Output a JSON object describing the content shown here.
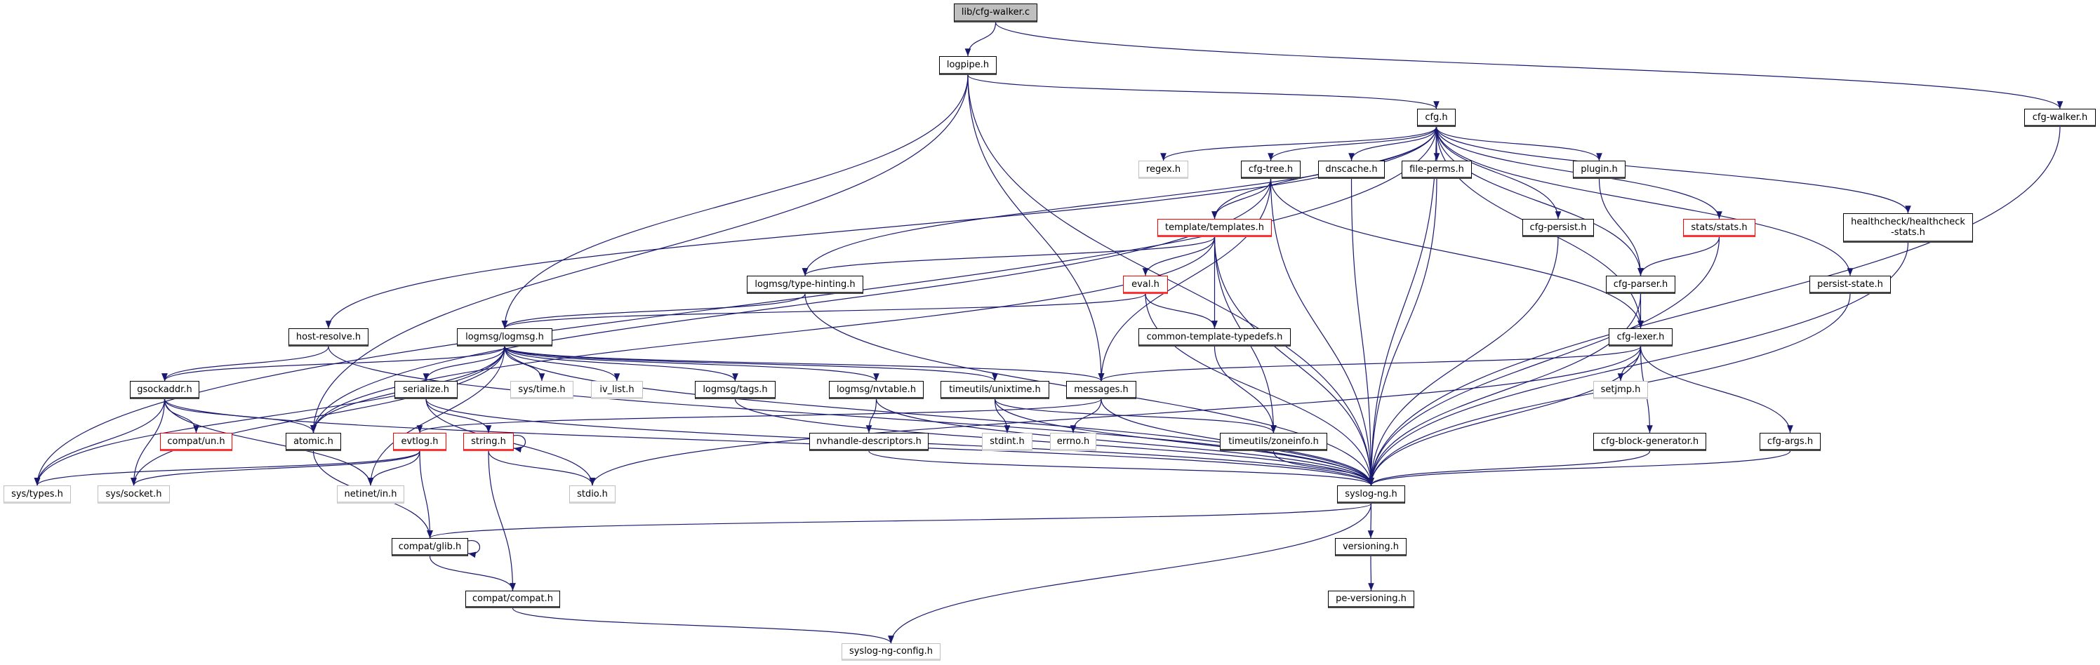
{
  "colors": {
    "edge": "#191970",
    "root_fill": "#bfbfbf",
    "external_border": "#bfbfbf",
    "incomplete_border": "#ff0000"
  },
  "nodes": [
    {
      "id": "cfg-walker-c",
      "label": "lib/cfg-walker.c",
      "style": "root"
    },
    {
      "id": "logpipe",
      "label": "logpipe.h",
      "style": "normal"
    },
    {
      "id": "cfg",
      "label": "cfg.h",
      "style": "normal"
    },
    {
      "id": "cfg-walker-h",
      "label": "cfg-walker.h",
      "style": "normal"
    },
    {
      "id": "regex",
      "label": "regex.h",
      "style": "external"
    },
    {
      "id": "cfg-tree",
      "label": "cfg-tree.h",
      "style": "normal"
    },
    {
      "id": "dnscache",
      "label": "dnscache.h",
      "style": "normal"
    },
    {
      "id": "file-perms",
      "label": "file-perms.h",
      "style": "normal"
    },
    {
      "id": "plugin",
      "label": "plugin.h",
      "style": "normal"
    },
    {
      "id": "templates",
      "label": "template/templates.h",
      "style": "incomplete"
    },
    {
      "id": "cfg-persist",
      "label": "cfg-persist.h",
      "style": "normal"
    },
    {
      "id": "stats",
      "label": "stats/stats.h",
      "style": "incomplete"
    },
    {
      "id": "healthcheck",
      "label": "healthcheck/healthcheck\n-stats.h",
      "style": "normal"
    },
    {
      "id": "type-hinting",
      "label": "logmsg/type-hinting.h",
      "style": "normal"
    },
    {
      "id": "eval",
      "label": "eval.h",
      "style": "incomplete"
    },
    {
      "id": "cfg-parser",
      "label": "cfg-parser.h",
      "style": "normal"
    },
    {
      "id": "persist-state",
      "label": "persist-state.h",
      "style": "normal"
    },
    {
      "id": "host-resolve",
      "label": "host-resolve.h",
      "style": "normal"
    },
    {
      "id": "logmsg",
      "label": "logmsg/logmsg.h",
      "style": "normal"
    },
    {
      "id": "common-template-typedefs",
      "label": "common-template-typedefs.h",
      "style": "normal"
    },
    {
      "id": "cfg-lexer",
      "label": "cfg-lexer.h",
      "style": "normal"
    },
    {
      "id": "gsockaddr",
      "label": "gsockaddr.h",
      "style": "normal"
    },
    {
      "id": "serialize",
      "label": "serialize.h",
      "style": "normal"
    },
    {
      "id": "sys-time",
      "label": "sys/time.h",
      "style": "external"
    },
    {
      "id": "iv-list",
      "label": "iv_list.h",
      "style": "external"
    },
    {
      "id": "tags",
      "label": "logmsg/tags.h",
      "style": "normal"
    },
    {
      "id": "nvtable",
      "label": "logmsg/nvtable.h",
      "style": "normal"
    },
    {
      "id": "unixtime",
      "label": "timeutils/unixtime.h",
      "style": "normal"
    },
    {
      "id": "messages",
      "label": "messages.h",
      "style": "normal"
    },
    {
      "id": "setjmp",
      "label": "setjmp.h",
      "style": "external"
    },
    {
      "id": "compat-un",
      "label": "compat/un.h",
      "style": "incomplete"
    },
    {
      "id": "atomic",
      "label": "atomic.h",
      "style": "normal"
    },
    {
      "id": "evtlog",
      "label": "evtlog.h",
      "style": "incomplete"
    },
    {
      "id": "string",
      "label": "string.h",
      "style": "incomplete"
    },
    {
      "id": "nvhandle-descriptors",
      "label": "nvhandle-descriptors.h",
      "style": "normal"
    },
    {
      "id": "stdint",
      "label": "stdint.h",
      "style": "external"
    },
    {
      "id": "errno",
      "label": "errno.h",
      "style": "external"
    },
    {
      "id": "zoneinfo",
      "label": "timeutils/zoneinfo.h",
      "style": "normal"
    },
    {
      "id": "cfg-block-generator",
      "label": "cfg-block-generator.h",
      "style": "normal"
    },
    {
      "id": "cfg-args",
      "label": "cfg-args.h",
      "style": "normal"
    },
    {
      "id": "sys-types",
      "label": "sys/types.h",
      "style": "external"
    },
    {
      "id": "sys-socket",
      "label": "sys/socket.h",
      "style": "external"
    },
    {
      "id": "netinet-in",
      "label": "netinet/in.h",
      "style": "external"
    },
    {
      "id": "stdio",
      "label": "stdio.h",
      "style": "external"
    },
    {
      "id": "syslog-ng",
      "label": "syslog-ng.h",
      "style": "normal"
    },
    {
      "id": "compat-glib",
      "label": "compat/glib.h",
      "style": "normal"
    },
    {
      "id": "versioning",
      "label": "versioning.h",
      "style": "normal"
    },
    {
      "id": "compat-compat",
      "label": "compat/compat.h",
      "style": "normal"
    },
    {
      "id": "pe-versioning",
      "label": "pe-versioning.h",
      "style": "normal"
    },
    {
      "id": "syslog-ng-config",
      "label": "syslog-ng-config.h",
      "style": "external"
    }
  ],
  "edges": [
    [
      "cfg-walker-c",
      "logpipe"
    ],
    [
      "cfg-walker-c",
      "cfg-walker-h"
    ],
    [
      "logpipe",
      "cfg"
    ],
    [
      "logpipe",
      "syslog-ng"
    ],
    [
      "logpipe",
      "logmsg"
    ],
    [
      "logpipe",
      "atomic"
    ],
    [
      "logpipe",
      "messages"
    ],
    [
      "cfg-walker-h",
      "syslog-ng"
    ],
    [
      "cfg",
      "regex"
    ],
    [
      "cfg",
      "cfg-tree"
    ],
    [
      "cfg",
      "dnscache"
    ],
    [
      "cfg",
      "file-perms"
    ],
    [
      "cfg",
      "plugin"
    ],
    [
      "cfg",
      "templates"
    ],
    [
      "cfg",
      "cfg-persist"
    ],
    [
      "cfg",
      "stats"
    ],
    [
      "cfg",
      "healthcheck"
    ],
    [
      "cfg",
      "persist-state"
    ],
    [
      "cfg",
      "cfg-parser"
    ],
    [
      "cfg",
      "cfg-lexer"
    ],
    [
      "cfg",
      "syslog-ng"
    ],
    [
      "cfg",
      "sys-types"
    ],
    [
      "cfg",
      "host-resolve"
    ],
    [
      "cfg",
      "type-hinting"
    ],
    [
      "cfg-tree",
      "templates"
    ],
    [
      "cfg-tree",
      "messages"
    ],
    [
      "cfg-tree",
      "cfg-lexer"
    ],
    [
      "cfg-tree",
      "syslog-ng"
    ],
    [
      "cfg-tree",
      "atomic"
    ],
    [
      "dnscache",
      "syslog-ng"
    ],
    [
      "file-perms",
      "syslog-ng"
    ],
    [
      "plugin",
      "cfg-parser"
    ],
    [
      "templates",
      "eval"
    ],
    [
      "templates",
      "common-template-typedefs"
    ],
    [
      "templates",
      "type-hinting"
    ],
    [
      "templates",
      "zoneinfo"
    ],
    [
      "templates",
      "syslog-ng"
    ],
    [
      "templates",
      "atomic"
    ],
    [
      "cfg-persist",
      "syslog-ng"
    ],
    [
      "stats",
      "cfg-parser"
    ],
    [
      "stats",
      "syslog-ng"
    ],
    [
      "healthcheck",
      "syslog-ng"
    ],
    [
      "eval",
      "common-template-typedefs"
    ],
    [
      "eval",
      "logmsg"
    ],
    [
      "eval",
      "syslog-ng"
    ],
    [
      "cfg-parser",
      "cfg-lexer"
    ],
    [
      "cfg-parser",
      "syslog-ng"
    ],
    [
      "persist-state",
      "syslog-ng"
    ],
    [
      "type-hinting",
      "logmsg"
    ],
    [
      "type-hinting",
      "syslog-ng"
    ],
    [
      "host-resolve",
      "gsockaddr"
    ],
    [
      "host-resolve",
      "syslog-ng"
    ],
    [
      "common-template-typedefs",
      "zoneinfo"
    ],
    [
      "cfg-lexer",
      "messages"
    ],
    [
      "cfg-lexer",
      "setjmp"
    ],
    [
      "cfg-lexer",
      "cfg-block-generator"
    ],
    [
      "cfg-lexer",
      "cfg-args"
    ],
    [
      "cfg-lexer",
      "syslog-ng"
    ],
    [
      "cfg-lexer",
      "stdio"
    ],
    [
      "logmsg",
      "gsockaddr"
    ],
    [
      "logmsg",
      "serialize"
    ],
    [
      "logmsg",
      "sys-time"
    ],
    [
      "logmsg",
      "iv-list"
    ],
    [
      "logmsg",
      "tags"
    ],
    [
      "logmsg",
      "nvtable"
    ],
    [
      "logmsg",
      "unixtime"
    ],
    [
      "logmsg",
      "messages"
    ],
    [
      "logmsg",
      "atomic"
    ],
    [
      "logmsg",
      "sys-types"
    ],
    [
      "logmsg",
      "sys-socket"
    ],
    [
      "logmsg",
      "netinet-in"
    ],
    [
      "logmsg",
      "syslog-ng"
    ],
    [
      "gsockaddr",
      "compat-un"
    ],
    [
      "gsockaddr",
      "atomic"
    ],
    [
      "gsockaddr",
      "sys-types"
    ],
    [
      "gsockaddr",
      "sys-socket"
    ],
    [
      "gsockaddr",
      "netinet-in"
    ],
    [
      "gsockaddr",
      "syslog-ng"
    ],
    [
      "serialize",
      "string"
    ],
    [
      "serialize",
      "stdio"
    ],
    [
      "serialize",
      "syslog-ng"
    ],
    [
      "tags",
      "syslog-ng"
    ],
    [
      "nvtable",
      "nvhandle-descriptors"
    ],
    [
      "nvtable",
      "syslog-ng"
    ],
    [
      "unixtime",
      "stdint"
    ],
    [
      "unixtime",
      "zoneinfo"
    ],
    [
      "unixtime",
      "syslog-ng"
    ],
    [
      "messages",
      "evtlog"
    ],
    [
      "messages",
      "errno"
    ],
    [
      "messages",
      "syslog-ng"
    ],
    [
      "atomic",
      "compat-glib"
    ],
    [
      "evtlog",
      "sys-types"
    ],
    [
      "evtlog",
      "sys-socket"
    ],
    [
      "evtlog",
      "netinet-in"
    ],
    [
      "evtlog",
      "compat-glib"
    ],
    [
      "string",
      "string"
    ],
    [
      "string",
      "stdio"
    ],
    [
      "string",
      "compat-compat"
    ],
    [
      "nvhandle-descriptors",
      "syslog-ng"
    ],
    [
      "zoneinfo",
      "syslog-ng"
    ],
    [
      "cfg-block-generator",
      "syslog-ng"
    ],
    [
      "cfg-args",
      "syslog-ng"
    ],
    [
      "syslog-ng",
      "compat-glib"
    ],
    [
      "syslog-ng",
      "versioning"
    ],
    [
      "syslog-ng",
      "syslog-ng-config"
    ],
    [
      "compat-glib",
      "compat-glib"
    ],
    [
      "compat-glib",
      "compat-compat"
    ],
    [
      "compat-compat",
      "syslog-ng-config"
    ],
    [
      "versioning",
      "pe-versioning"
    ]
  ]
}
